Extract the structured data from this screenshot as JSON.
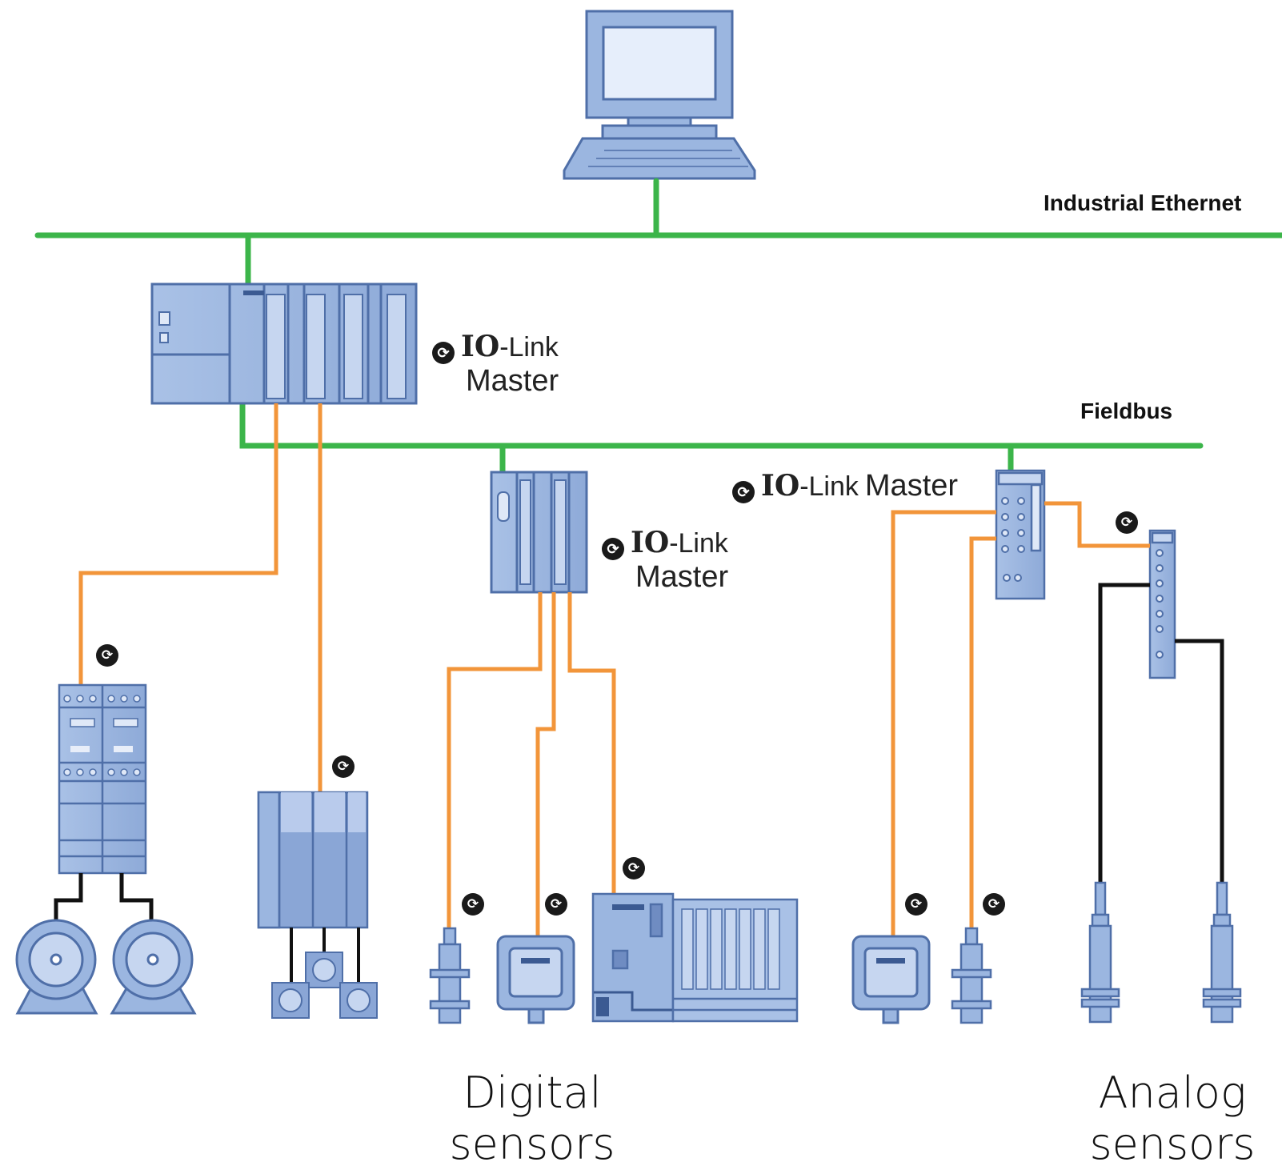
{
  "networks": {
    "ethernet_label": "Industrial Ethernet",
    "fieldbus_label": "Fieldbus"
  },
  "io_link": {
    "io_text": "IO",
    "link_text": "-Link",
    "master_text": "Master"
  },
  "captions": {
    "digital_line1": "Digital",
    "digital_line2": "sensors",
    "analog_line1": "Analog",
    "analog_line2": "sensors"
  },
  "colors": {
    "ethernet": "#3cb54a",
    "io_link_cable": "#f2953a",
    "analog_cable": "#111111",
    "device_fill": "#9bb6e0",
    "device_stroke": "#4f6fa8"
  },
  "icons": {
    "io_link_symbol": "io-link-logo-icon",
    "workstation": "computer-icon",
    "motor": "motor-icon",
    "sensor": "proximity-sensor-icon"
  }
}
